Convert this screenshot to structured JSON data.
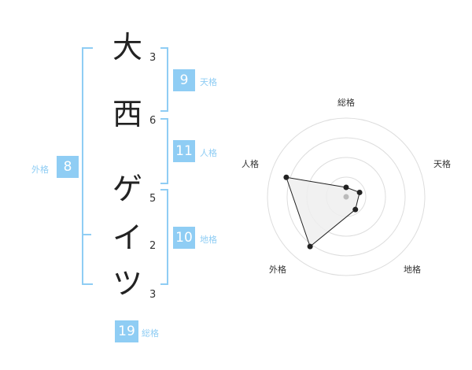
{
  "name": {
    "chars": [
      "大",
      "西",
      "ゲ",
      "イ",
      "ツ"
    ],
    "strokes": [
      "3",
      "6",
      "5",
      "2",
      "3"
    ]
  },
  "fortune": {
    "tenkaku": {
      "value": "9",
      "label": "天格"
    },
    "jinkaku": {
      "value": "11",
      "label": "人格"
    },
    "chikaku": {
      "value": "10",
      "label": "地格"
    },
    "gaikaku": {
      "value": "8",
      "label": "外格"
    },
    "soukaku": {
      "value": "19",
      "label": "総格"
    }
  },
  "radar": {
    "axes": [
      "総格",
      "天格",
      "地格",
      "外格",
      "人格"
    ],
    "levels": 4,
    "values": [
      0.12,
      0.18,
      0.2,
      0.78,
      0.8
    ],
    "colors": {
      "fill": "#eeeeee",
      "stroke": "#222222",
      "grid": "#dddddd",
      "center": "#bbbbbb"
    }
  }
}
